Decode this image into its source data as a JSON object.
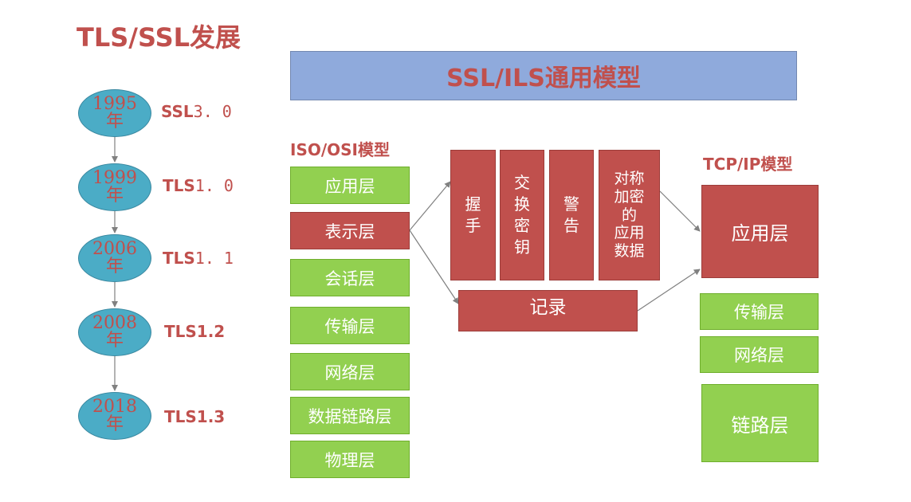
{
  "title": "TLS/SSL发展",
  "banner": "SSL/ILS通用模型",
  "timeline": [
    {
      "year": "1995",
      "unit": "年",
      "name_prefix": "SSL",
      "name_version": "3. 0"
    },
    {
      "year": "1999",
      "unit": "年",
      "name_prefix": "TLS",
      "name_version": "1. 0"
    },
    {
      "year": "2006",
      "unit": "年",
      "name_prefix": "TLS",
      "name_version": "1. 1"
    },
    {
      "year": "2008",
      "unit": "年",
      "name_prefix": "TLS1.2",
      "name_version": ""
    },
    {
      "year": "2018",
      "unit": "年",
      "name_prefix": "TLS1.3",
      "name_version": ""
    }
  ],
  "osi": {
    "label": "ISO/OSI模型",
    "layers": [
      "应用层",
      "表示层",
      "会话层",
      "传输层",
      "网络层",
      "数据链路层",
      "物理层"
    ]
  },
  "ssl": {
    "protocols": [
      {
        "label": "握手",
        "lines": [
          "握",
          "手"
        ]
      },
      {
        "label": "交换密钥",
        "lines": [
          "交",
          "换",
          "密",
          "钥"
        ]
      },
      {
        "label": "警告",
        "lines": [
          "警",
          "告"
        ]
      },
      {
        "label": "对称加密的应用数据",
        "lines": [
          "对称",
          "加密",
          "的",
          "应用",
          "数据"
        ]
      }
    ],
    "record": "记录"
  },
  "tcpip": {
    "label": "TCP/IP模型",
    "layers": [
      "应用层",
      "传输层",
      "网络层",
      "链路层"
    ]
  },
  "colors": {
    "accent_red": "#c0504d",
    "green": "#92d050",
    "banner_blue": "#8faadc",
    "node_blue": "#4bacc6"
  }
}
